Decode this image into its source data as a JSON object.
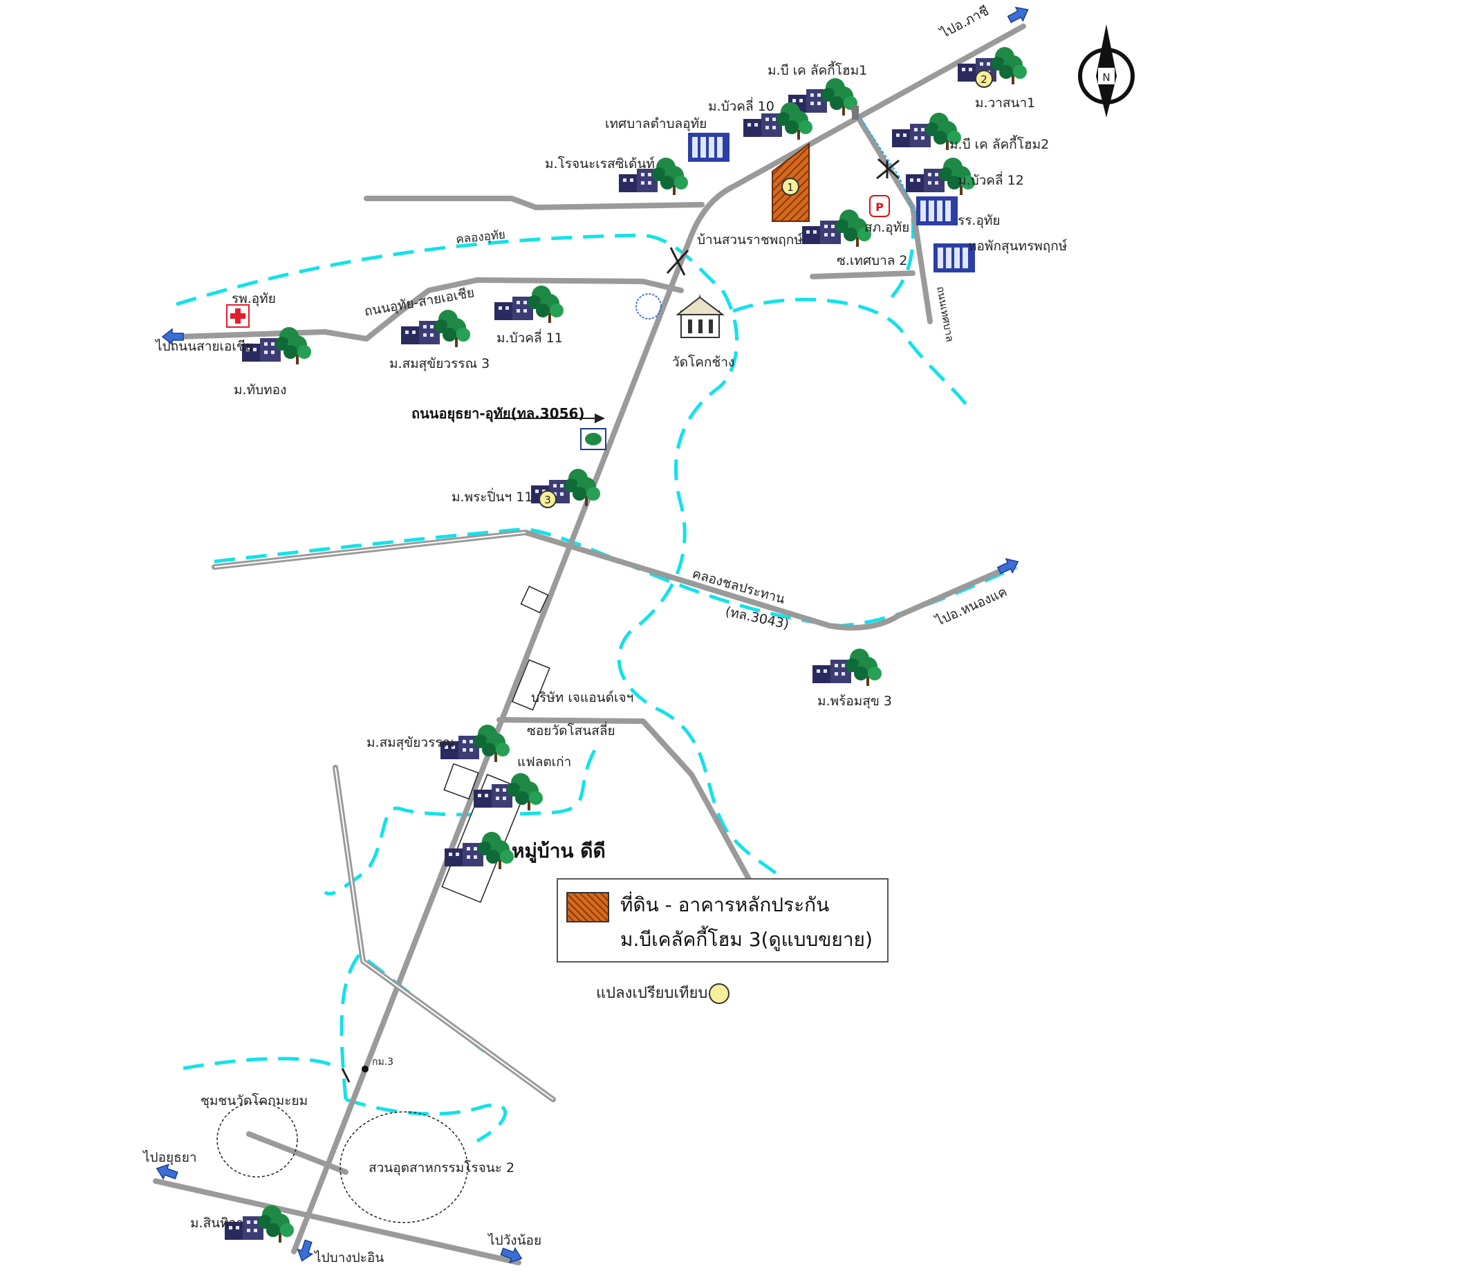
{
  "colors": {
    "road": "#999999",
    "canal": "#14e1ea",
    "plot": "#d5691e",
    "badge": "#f7f09a",
    "arrow": "#3b6fd8",
    "building": "#2a2a5e",
    "tree": "#0f6a38",
    "office": "#2b3fa4"
  },
  "directions": {
    "to_phachi": "ไปอ.ภาชี",
    "to_asia_road": "ไปถนนสายเอเชีย",
    "to_nong_khae": "ไปอ.หนองแค",
    "to_ayutthaya": "ไปอยุธยา",
    "to_wang_noi": "ไปวังน้อย",
    "to_bang_pa_in": "ไปบางปะอิน"
  },
  "places": {
    "bk_lucky_home_1": "ม.บี เค ลัคกี้โฮม1",
    "bua_khli_10": "ม.บัวคลี่ 10",
    "uthai_municipality": "เทศบาลตำบลอุทัย",
    "rojana_residence": "ม.โรจนะเรสซิเด้นท์",
    "wassana_1": "ม.วาสนา1",
    "bk_lucky_home_2": "ม.บี เค ลัคกี้โฮม2",
    "bua_khli_12": "ม.บัวคลี่ 12",
    "uthai_police": "สภ.อุทัย",
    "uthai_school": "รร.อุทัย",
    "dormitory": "หอพักสุนทรพฤกษ์",
    "ban_suan": "บ้านสวนราชพฤกษ์",
    "municipal_soi_2": "ซ.เทศบาล 2",
    "municipal_road": "ถนนเทศบาล",
    "uthai_canal": "คลองอุทัย",
    "uthai_hospital": "รพ.อุทัย",
    "uthai_asia_road": "ถนนอุทัย-สายเอเชีย",
    "bua_khli_11": "ม.บัวคลี่ 11",
    "somsuk_3": "ม.สมสุขัยวรรณ 3",
    "thap_thong": "ม.ทับทอง",
    "wat_khok_chang": "วัดโคกช้าง",
    "ayutthaya_uthai_road": "ถนนอยุธยา-อุทัย(ทล.3056)",
    "pruksa_11": "ม.พระปิ่นฯ 11",
    "chonprathan_canal": "คลองชลประทาน",
    "route_3043": "(ทล.3043)",
    "phrom_suk_3": "ม.พร้อมสุข 3",
    "company": "บริษัท เจแอนด์เจฯ",
    "soi_wat_sano": "ซอยวัดโสนสลี่ย",
    "somsuk": "ม.สมสุขัยวรรณ",
    "flat": "แฟลตเก่า",
    "mooban_didi": "หมู่บ้าน ดีดี",
    "km3": "กม.3",
    "wat_khok_community": "ชุมชนวัดโคกมะยม",
    "rojana_industrial": "สวนอุตสาหกรรมโรจนะ 2",
    "sinthawa": "ม.สินทิวา"
  },
  "badges": {
    "plot": "1",
    "wassana": "2",
    "pruksa": "3"
  },
  "north": "N",
  "legend": {
    "line1": "ที่ดิน - อาคารหลักประกัน",
    "line2": "ม.บีเคลัคกี้โฮม 3(ดูแบบขยาย)",
    "comparison": "แปลงเปรียบเทียบ"
  }
}
